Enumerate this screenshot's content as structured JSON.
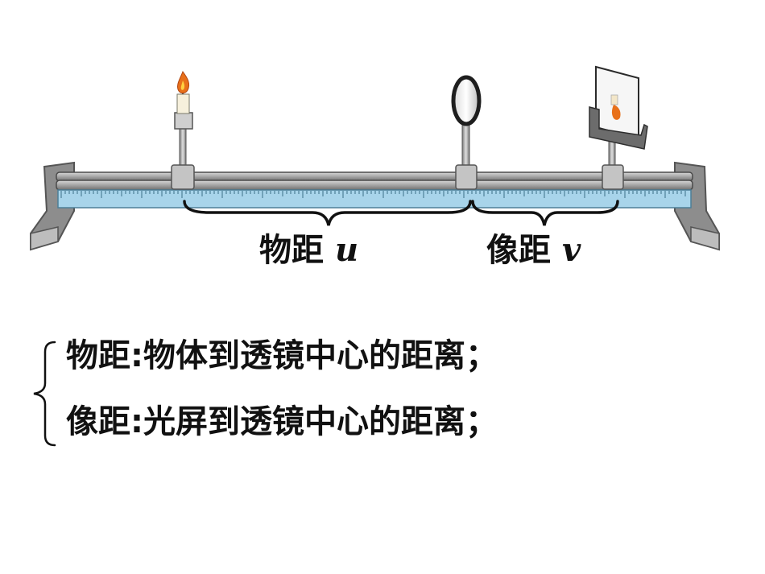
{
  "diagram": {
    "labels": {
      "object_distance": "物距",
      "object_var": "u",
      "image_distance": "像距",
      "image_var": "v"
    },
    "definitions": [
      {
        "term": "物距",
        "sep": ":",
        "text": "物体到透镜中心的距离；"
      },
      {
        "term": "像距",
        "sep": ":",
        "text": "光屏到透镜中心的距离；"
      }
    ],
    "colors": {
      "ruler_blue": "#a8d4ea",
      "rail_gray": "#9c9c9c",
      "flame": "#e8701a",
      "text": "#111111"
    }
  }
}
